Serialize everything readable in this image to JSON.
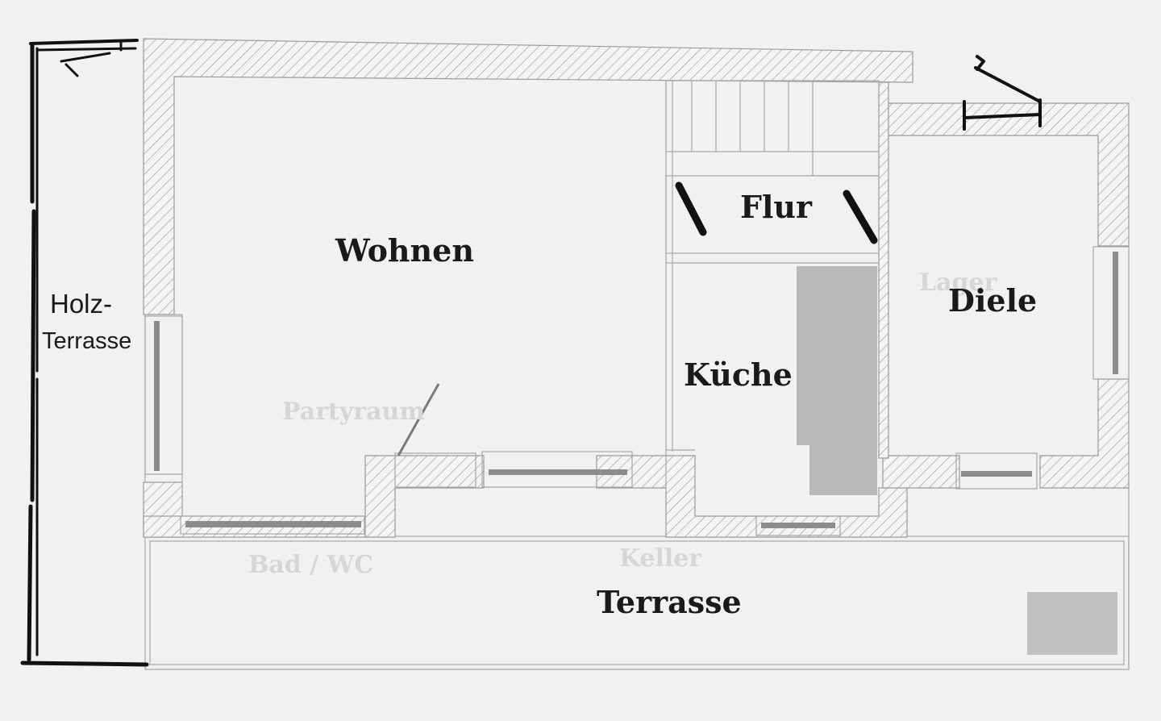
{
  "rooms": {
    "wohnen": "Wohnen",
    "flur": "Flur",
    "kueche": "Küche",
    "diele": "Diele",
    "terrasse": "Terrasse",
    "holz_line1": "Holz-",
    "holz_line2": "Terrasse"
  },
  "faded_labels": {
    "partyraum": "Partyraum",
    "bad_wc": "Bad / WC",
    "keller": "Keller",
    "lager": "Lager"
  },
  "colors": {
    "paper": "#f1f1f0",
    "wall_hatch": "#9a9a9a",
    "marker": "#111111",
    "redaction": "#b9b9b9"
  }
}
